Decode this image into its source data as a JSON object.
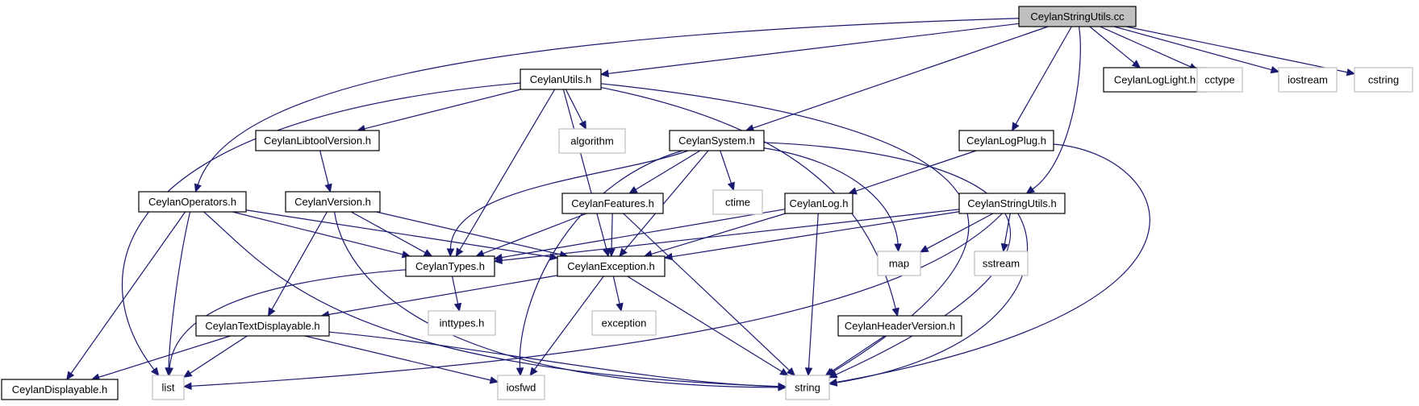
{
  "graph": {
    "colors": {
      "edge": "#191970",
      "root_fill": "#bfbfbf",
      "node_border": "#000000",
      "external_border": "#bfbfbf",
      "node_fill": "#ffffff"
    },
    "nodes": [
      {
        "id": "root",
        "label": "CeylanStringUtils.cc",
        "kind": "root"
      },
      {
        "id": "utils",
        "label": "CeylanUtils.h",
        "kind": "header"
      },
      {
        "id": "loglight",
        "label": "CeylanLogLight.h",
        "kind": "header"
      },
      {
        "id": "cctype",
        "label": "cctype",
        "kind": "external"
      },
      {
        "id": "iostream",
        "label": "iostream",
        "kind": "external"
      },
      {
        "id": "cstring",
        "label": "cstring",
        "kind": "external"
      },
      {
        "id": "libtool",
        "label": "CeylanLibtoolVersion.h",
        "kind": "header"
      },
      {
        "id": "algorithm",
        "label": "algorithm",
        "kind": "external"
      },
      {
        "id": "system",
        "label": "CeylanSystem.h",
        "kind": "header"
      },
      {
        "id": "logplug",
        "label": "CeylanLogPlug.h",
        "kind": "header"
      },
      {
        "id": "operators",
        "label": "CeylanOperators.h",
        "kind": "header"
      },
      {
        "id": "version",
        "label": "CeylanVersion.h",
        "kind": "header"
      },
      {
        "id": "features",
        "label": "CeylanFeatures.h",
        "kind": "header"
      },
      {
        "id": "ctime",
        "label": "ctime",
        "kind": "external"
      },
      {
        "id": "log",
        "label": "CeylanLog.h",
        "kind": "header"
      },
      {
        "id": "stringutils",
        "label": "CeylanStringUtils.h",
        "kind": "header"
      },
      {
        "id": "types",
        "label": "CeylanTypes.h",
        "kind": "header"
      },
      {
        "id": "exception",
        "label": "CeylanException.h",
        "kind": "header"
      },
      {
        "id": "map",
        "label": "map",
        "kind": "external"
      },
      {
        "id": "sstream",
        "label": "sstream",
        "kind": "external"
      },
      {
        "id": "textdisp",
        "label": "CeylanTextDisplayable.h",
        "kind": "header"
      },
      {
        "id": "inttypes",
        "label": "inttypes.h",
        "kind": "external"
      },
      {
        "id": "exceptionstd",
        "label": "exception",
        "kind": "external"
      },
      {
        "id": "headerversion",
        "label": "CeylanHeaderVersion.h",
        "kind": "header"
      },
      {
        "id": "displayable",
        "label": "CeylanDisplayable.h",
        "kind": "header"
      },
      {
        "id": "list",
        "label": "list",
        "kind": "external"
      },
      {
        "id": "iosfwd",
        "label": "iosfwd",
        "kind": "external"
      },
      {
        "id": "string",
        "label": "string",
        "kind": "external"
      }
    ],
    "edges": [
      {
        "from": "root",
        "to": "utils"
      },
      {
        "from": "root",
        "to": "loglight"
      },
      {
        "from": "root",
        "to": "cctype"
      },
      {
        "from": "root",
        "to": "iostream"
      },
      {
        "from": "root",
        "to": "cstring"
      },
      {
        "from": "root",
        "to": "system"
      },
      {
        "from": "root",
        "to": "logplug"
      },
      {
        "from": "root",
        "to": "operators"
      },
      {
        "from": "root",
        "to": "stringutils"
      },
      {
        "from": "utils",
        "to": "libtool"
      },
      {
        "from": "utils",
        "to": "algorithm"
      },
      {
        "from": "utils",
        "to": "types"
      },
      {
        "from": "utils",
        "to": "exception"
      },
      {
        "from": "utils",
        "to": "headerversion"
      },
      {
        "from": "utils",
        "to": "list"
      },
      {
        "from": "utils",
        "to": "string"
      },
      {
        "from": "libtool",
        "to": "version"
      },
      {
        "from": "system",
        "to": "features"
      },
      {
        "from": "system",
        "to": "ctime"
      },
      {
        "from": "system",
        "to": "types"
      },
      {
        "from": "system",
        "to": "exception"
      },
      {
        "from": "system",
        "to": "map"
      },
      {
        "from": "system",
        "to": "iosfwd"
      },
      {
        "from": "system",
        "to": "string"
      },
      {
        "from": "logplug",
        "to": "log"
      },
      {
        "from": "logplug",
        "to": "string"
      },
      {
        "from": "operators",
        "to": "types"
      },
      {
        "from": "operators",
        "to": "exception"
      },
      {
        "from": "operators",
        "to": "displayable"
      },
      {
        "from": "operators",
        "to": "list"
      },
      {
        "from": "operators",
        "to": "string"
      },
      {
        "from": "version",
        "to": "types"
      },
      {
        "from": "version",
        "to": "exception"
      },
      {
        "from": "version",
        "to": "textdisp"
      },
      {
        "from": "version",
        "to": "string"
      },
      {
        "from": "features",
        "to": "types"
      },
      {
        "from": "features",
        "to": "exception"
      },
      {
        "from": "features",
        "to": "string"
      },
      {
        "from": "log",
        "to": "types"
      },
      {
        "from": "log",
        "to": "exception"
      },
      {
        "from": "log",
        "to": "string"
      },
      {
        "from": "stringutils",
        "to": "types"
      },
      {
        "from": "stringutils",
        "to": "exception"
      },
      {
        "from": "stringutils",
        "to": "map"
      },
      {
        "from": "stringutils",
        "to": "sstream"
      },
      {
        "from": "stringutils",
        "to": "list"
      },
      {
        "from": "stringutils",
        "to": "string"
      },
      {
        "from": "types",
        "to": "inttypes"
      },
      {
        "from": "types",
        "to": "list"
      },
      {
        "from": "exception",
        "to": "textdisp"
      },
      {
        "from": "exception",
        "to": "exceptionstd"
      },
      {
        "from": "exception",
        "to": "iosfwd"
      },
      {
        "from": "exception",
        "to": "string"
      },
      {
        "from": "textdisp",
        "to": "displayable"
      },
      {
        "from": "textdisp",
        "to": "list"
      },
      {
        "from": "textdisp",
        "to": "iosfwd"
      },
      {
        "from": "textdisp",
        "to": "string"
      },
      {
        "from": "headerversion",
        "to": "string"
      }
    ]
  }
}
